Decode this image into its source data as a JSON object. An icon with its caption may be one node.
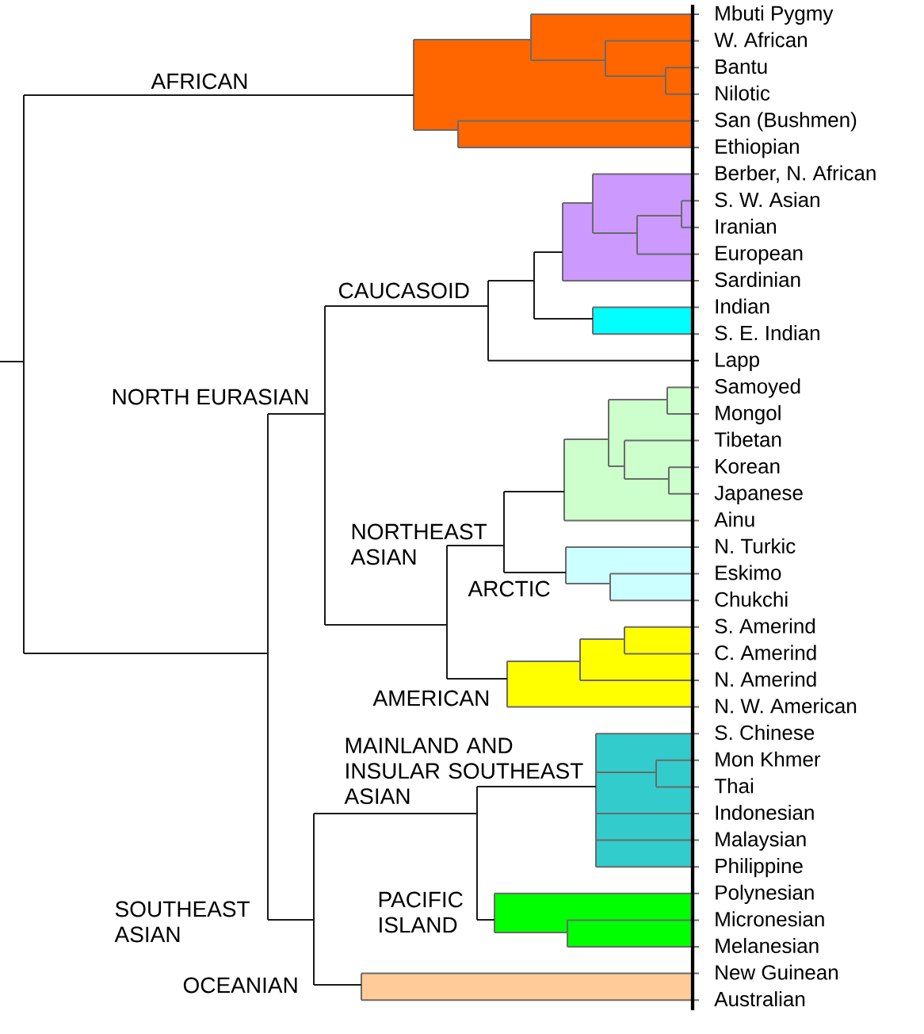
{
  "diagram": {
    "nodes": [
      {
        "text": [
          "Mbuti Pygmy"
        ]
      },
      {
        "text": [
          "W. African"
        ]
      },
      {
        "text": [
          "Bantu"
        ]
      },
      {
        "text": [
          "Nilotic"
        ]
      },
      {
        "text": [
          "San (Bushmen)"
        ]
      },
      {
        "text": [
          "Ethiopian"
        ]
      },
      {
        "text": [
          "Berber, N. African"
        ]
      },
      {
        "text": [
          "S. W. Asian"
        ]
      },
      {
        "text": [
          "Iranian"
        ]
      },
      {
        "text": [
          "European"
        ]
      },
      {
        "text": [
          "Sardinian"
        ]
      },
      {
        "text": [
          "Indian"
        ]
      },
      {
        "text": [
          "S. E. Indian"
        ]
      },
      {
        "text": [
          "Lapp"
        ]
      },
      {
        "text": [
          "Samoyed"
        ]
      },
      {
        "text": [
          "Mongol"
        ]
      },
      {
        "text": [
          "Tibetan"
        ]
      },
      {
        "text": [
          "Korean"
        ]
      },
      {
        "text": [
          "Japanese"
        ]
      },
      {
        "text": [
          "Ainu"
        ]
      },
      {
        "text": [
          "N. Turkic"
        ]
      },
      {
        "text": [
          "Eskimo"
        ]
      },
      {
        "text": [
          "Chukchi"
        ]
      },
      {
        "text": [
          "S. Amerind"
        ]
      },
      {
        "text": [
          "C. Amerind"
        ]
      },
      {
        "text": [
          "N. Amerind"
        ]
      },
      {
        "text": [
          "N. W. American"
        ]
      },
      {
        "text": [
          "S. Chinese"
        ]
      },
      {
        "text": [
          "Mon Khmer"
        ]
      },
      {
        "text": [
          "Thai"
        ]
      },
      {
        "text": [
          "Indonesian"
        ]
      },
      {
        "text": [
          "Malaysian"
        ]
      },
      {
        "text": [
          "Philippine"
        ]
      },
      {
        "text": [
          "Polynesian"
        ]
      },
      {
        "text": [
          "Micronesian"
        ]
      },
      {
        "text": [
          "Melanesian"
        ]
      },
      {
        "text": [
          "New Guinean"
        ]
      },
      {
        "text": [
          "Australian"
        ]
      }
    ],
    "edges": [
      {
        "from": null,
        "to": 0,
        "arrow": "none"
      },
      {
        "from": null,
        "to": 1,
        "arrow": "none"
      },
      {
        "from": null,
        "to": 2,
        "arrow": "none"
      },
      {
        "from": null,
        "to": 3,
        "arrow": "none"
      },
      {
        "from": null,
        "to": 4,
        "arrow": "none"
      },
      {
        "from": null,
        "to": 5,
        "arrow": "none"
      },
      {
        "from": null,
        "to": 6,
        "arrow": "none"
      },
      {
        "from": null,
        "to": 7,
        "arrow": "none"
      },
      {
        "from": null,
        "to": 8,
        "arrow": "none"
      },
      {
        "from": null,
        "to": 9,
        "arrow": "none"
      },
      {
        "from": null,
        "to": 10,
        "arrow": "none"
      },
      {
        "from": null,
        "to": 11,
        "arrow": "none"
      },
      {
        "from": null,
        "to": 12,
        "arrow": "none"
      },
      {
        "from": null,
        "to": 13,
        "arrow": "none"
      },
      {
        "from": null,
        "to": 14,
        "arrow": "none"
      },
      {
        "from": null,
        "to": 15,
        "arrow": "none"
      },
      {
        "from": null,
        "to": 16,
        "arrow": "none"
      },
      {
        "from": null,
        "to": 17,
        "arrow": "none"
      },
      {
        "from": null,
        "to": 18,
        "arrow": "none"
      },
      {
        "from": null,
        "to": 19,
        "arrow": "none"
      },
      {
        "from": null,
        "to": 20,
        "arrow": "none"
      },
      {
        "from": null,
        "to": 21,
        "arrow": "none"
      },
      {
        "from": null,
        "to": 22,
        "arrow": "none"
      },
      {
        "from": null,
        "to": 23,
        "arrow": "none"
      },
      {
        "from": null,
        "to": 24,
        "arrow": "none"
      },
      {
        "from": null,
        "to": 25,
        "arrow": "none"
      },
      {
        "from": null,
        "to": 26,
        "arrow": "none"
      },
      {
        "from": null,
        "to": 27,
        "arrow": "none"
      },
      {
        "from": null,
        "to": 28,
        "arrow": "none"
      },
      {
        "from": null,
        "to": 29,
        "arrow": "none"
      },
      {
        "from": null,
        "to": 30,
        "arrow": "none"
      },
      {
        "from": null,
        "to": 31,
        "arrow": "none"
      },
      {
        "from": null,
        "to": 32,
        "arrow": "none"
      },
      {
        "from": null,
        "to": 33,
        "arrow": "none"
      },
      {
        "from": null,
        "to": 34,
        "arrow": "none"
      },
      {
        "from": null,
        "to": 35,
        "arrow": "none"
      },
      {
        "from": null,
        "to": 36,
        "arrow": "none"
      },
      {
        "from": null,
        "to": 37,
        "arrow": "none"
      }
    ],
    "labels": [
      "AFRICAN",
      "CAUCASOID",
      "NORTH EURASIAN",
      "NORTHEAST ASIAN",
      "ARCTIC",
      "AMERICAN",
      "MAINLAND AND INSULAR SOUTHEAST ASIAN",
      "PACIFIC ISLAND",
      "SOUTHEAST ASIAN",
      "OCEANIAN"
    ]
  }
}
